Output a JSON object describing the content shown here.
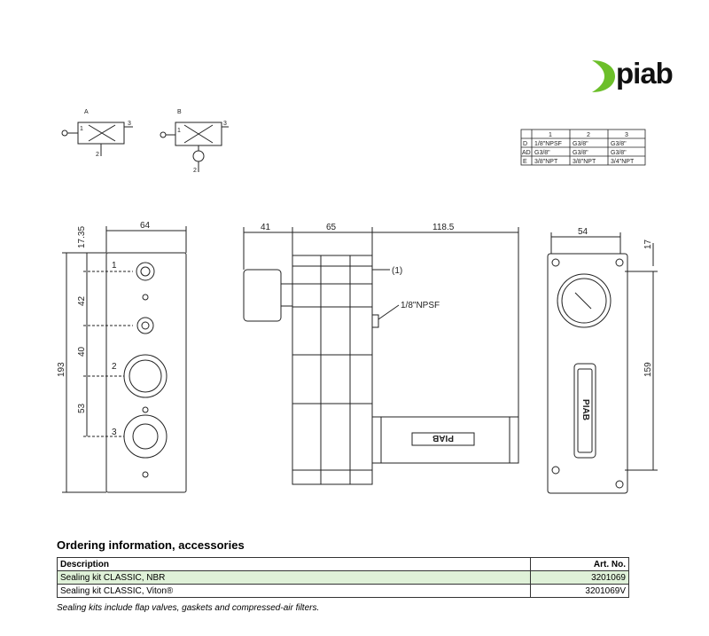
{
  "brand": {
    "name": "piab",
    "logo_color": "#6cbf2a"
  },
  "drawing": {
    "symbols": {
      "a_label": "A",
      "b_label": "B",
      "port1": "1",
      "port2": "2",
      "port3": "3"
    },
    "port_table": {
      "headers": [
        "",
        "1",
        "2",
        "3"
      ],
      "rows": [
        [
          "D",
          "1/8\"NPSF",
          "G3/8\"",
          "G3/8\""
        ],
        [
          "AD",
          "G3/8\"",
          "G3/8\"",
          "G3/8\""
        ],
        [
          "E",
          "3/8\"NPT",
          "3/8\"NPT",
          "3/4\"NPT"
        ]
      ]
    },
    "front_view": {
      "width": "64",
      "top_offset": "17.35",
      "height": "193",
      "spacing": [
        "42",
        "40",
        "53"
      ],
      "ports": [
        "1",
        "2",
        "3"
      ]
    },
    "side_view": {
      "left_dim": "41",
      "mid_dim": "65",
      "right_dim": "118.5",
      "callout": "(1)",
      "fitting": "1/8\"NPSF",
      "label": "PIAB"
    },
    "back_view": {
      "width": "54",
      "top_dim": "17",
      "height": "159",
      "label": "PIAB"
    }
  },
  "ordering": {
    "title": "Ordering information, accessories",
    "columns": {
      "description": "Description",
      "art_no": "Art. No."
    },
    "rows": [
      {
        "description": "Sealing kit CLASSIC, NBR",
        "art_no": "3201069"
      },
      {
        "description": "Sealing kit CLASSIC, Viton®",
        "art_no": "3201069V"
      }
    ],
    "note": "Sealing kits include flap valves, gaskets and compressed-air filters."
  }
}
